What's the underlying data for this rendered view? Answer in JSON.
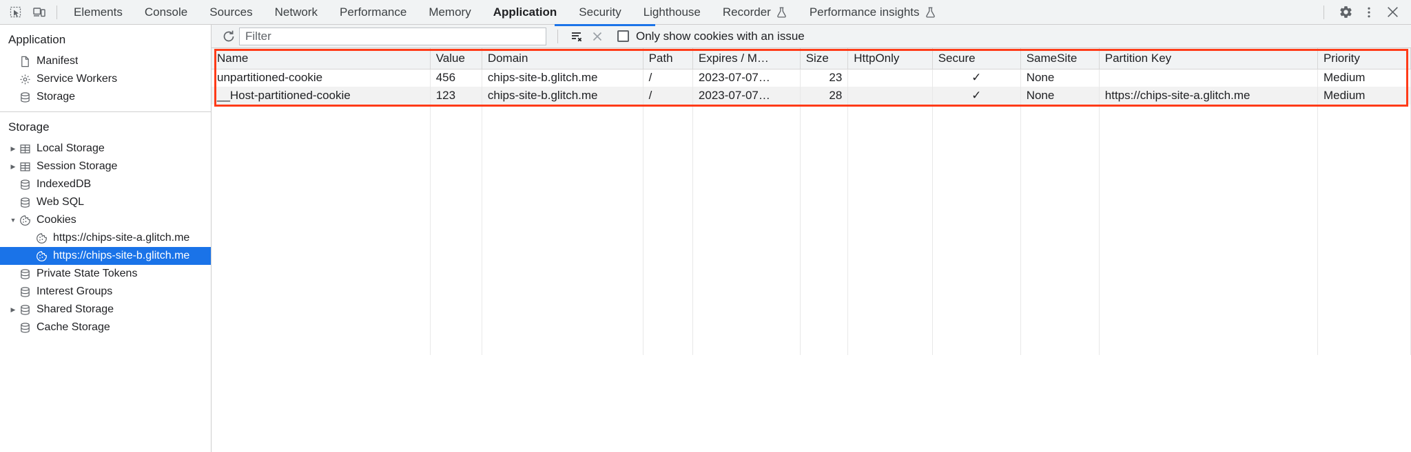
{
  "toolbar": {
    "inspect_icon": "inspect-element-icon",
    "device_icon": "device-toolbar-icon",
    "tabs": [
      {
        "label": "Elements",
        "active": false,
        "experimental": false
      },
      {
        "label": "Console",
        "active": false,
        "experimental": false
      },
      {
        "label": "Sources",
        "active": false,
        "experimental": false
      },
      {
        "label": "Network",
        "active": false,
        "experimental": false
      },
      {
        "label": "Performance",
        "active": false,
        "experimental": false
      },
      {
        "label": "Memory",
        "active": false,
        "experimental": false
      },
      {
        "label": "Application",
        "active": true,
        "experimental": false
      },
      {
        "label": "Security",
        "active": false,
        "experimental": false
      },
      {
        "label": "Lighthouse",
        "active": false,
        "experimental": false
      },
      {
        "label": "Recorder",
        "active": false,
        "experimental": true
      },
      {
        "label": "Performance insights",
        "active": false,
        "experimental": true
      }
    ],
    "settings_icon": "gear-icon",
    "more_icon": "kebab-menu-icon",
    "close_icon": "close-icon",
    "accent_color": "#1a73e8"
  },
  "sidebar": {
    "application": {
      "title": "Application",
      "items": [
        {
          "label": "Manifest",
          "icon": "document-icon"
        },
        {
          "label": "Service Workers",
          "icon": "gear-cog-icon"
        },
        {
          "label": "Storage",
          "icon": "database-icon"
        }
      ]
    },
    "storage": {
      "title": "Storage",
      "items": [
        {
          "label": "Local Storage",
          "icon": "table-icon",
          "arrow": "collapsed",
          "indent": 0,
          "selected": false
        },
        {
          "label": "Session Storage",
          "icon": "table-icon",
          "arrow": "collapsed",
          "indent": 0,
          "selected": false
        },
        {
          "label": "IndexedDB",
          "icon": "database-icon",
          "arrow": "none",
          "indent": 0,
          "selected": false
        },
        {
          "label": "Web SQL",
          "icon": "database-icon",
          "arrow": "none",
          "indent": 0,
          "selected": false
        },
        {
          "label": "Cookies",
          "icon": "cookie-icon",
          "arrow": "expanded",
          "indent": 0,
          "selected": false
        },
        {
          "label": "https://chips-site-a.glitch.me",
          "icon": "cookie-icon",
          "arrow": "none",
          "indent": 1,
          "selected": false
        },
        {
          "label": "https://chips-site-b.glitch.me",
          "icon": "cookie-icon",
          "arrow": "none",
          "indent": 1,
          "selected": true
        },
        {
          "label": "Private State Tokens",
          "icon": "database-icon",
          "arrow": "none",
          "indent": 0,
          "selected": false
        },
        {
          "label": "Interest Groups",
          "icon": "database-icon",
          "arrow": "none",
          "indent": 0,
          "selected": false
        },
        {
          "label": "Shared Storage",
          "icon": "database-icon",
          "arrow": "collapsed",
          "indent": 0,
          "selected": false
        },
        {
          "label": "Cache Storage",
          "icon": "database-icon",
          "arrow": "none",
          "indent": 0,
          "selected": false
        }
      ]
    },
    "selected_color": "#1a73e8"
  },
  "filterbar": {
    "refresh_icon": "refresh-icon",
    "filter_placeholder": "Filter",
    "filter_value": "",
    "clear_filtered_icon": "clear-filtered-cookies-icon",
    "clear_icon": "clear-all-cookies-icon",
    "checkbox_label": "Only show cookies with an issue",
    "checkbox_checked": false
  },
  "table": {
    "highlight_color": "#ff3b18",
    "columns": [
      "Name",
      "Value",
      "Domain",
      "Path",
      "Expires / M…",
      "Size",
      "HttpOnly",
      "Secure",
      "SameSite",
      "Partition Key",
      "Priority"
    ],
    "rows": [
      {
        "name": "unpartitioned-cookie",
        "value": "456",
        "domain": "chips-site-b.glitch.me",
        "path": "/",
        "expires": "2023-07-07…",
        "size": "23",
        "httponly": "",
        "secure": "✓",
        "samesite": "None",
        "partition_key": "",
        "priority": "Medium"
      },
      {
        "name": "__Host-partitioned-cookie",
        "value": "123",
        "domain": "chips-site-b.glitch.me",
        "path": "/",
        "expires": "2023-07-07…",
        "size": "28",
        "httponly": "",
        "secure": "✓",
        "samesite": "None",
        "partition_key": "https://chips-site-a.glitch.me",
        "priority": "Medium"
      }
    ]
  }
}
